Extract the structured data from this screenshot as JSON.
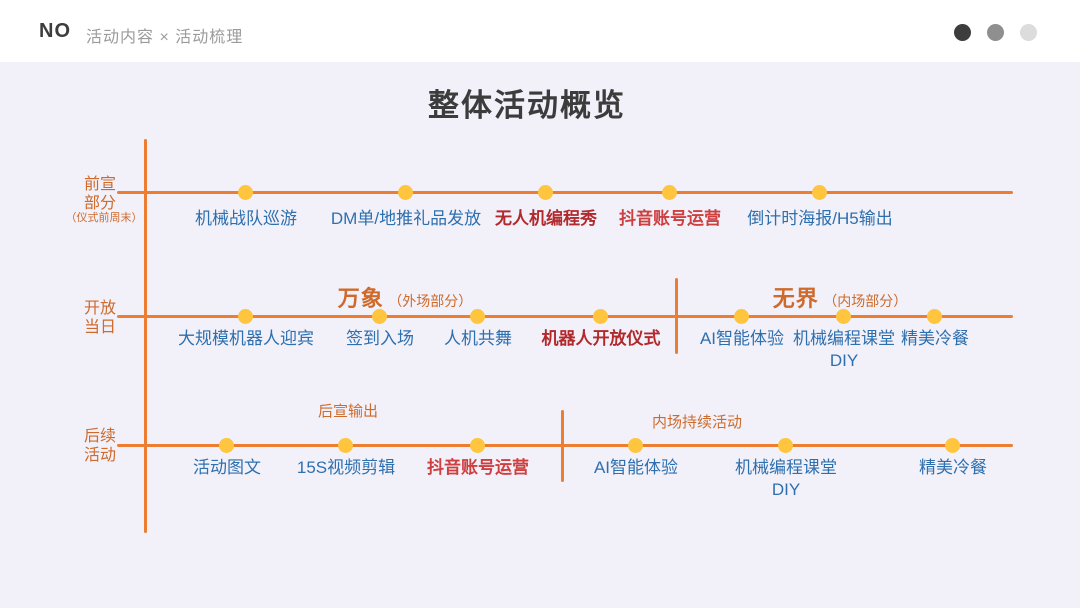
{
  "header": {
    "logo": "NO",
    "subtitle": "活动内容 × 活动梳理",
    "nav_dots": [
      {
        "name": "dot-dark",
        "color": "#3D3D3D"
      },
      {
        "name": "dot-medium",
        "color": "#8F8F8F"
      },
      {
        "name": "dot-light",
        "color": "#DCDCDC"
      }
    ]
  },
  "slide": {
    "title": "整体活动概览",
    "colors": {
      "timeline_line": "#ED7D31",
      "timeline_dot": "#FFC53E",
      "label_orange": "#CE6A2B",
      "item_blue": "#2E6FAE",
      "item_red_dark": "#B2292C",
      "item_red_bright": "#CE3F3F",
      "background": "#F2F1FA",
      "topbar": "#FFFFFF"
    },
    "rows": [
      {
        "label": "前宣\n部分",
        "note": "（仪式前周末）",
        "sections": [],
        "items": [
          {
            "label": "机械战队巡游",
            "color": "blue"
          },
          {
            "label": "DM单/地推礼品发放",
            "color": "blue"
          },
          {
            "label": "无人机编程秀",
            "color": "red"
          },
          {
            "label": "抖音账号运营",
            "color": "red-bright"
          },
          {
            "label": "倒计时海报/H5输出",
            "color": "blue"
          }
        ]
      },
      {
        "label": "开放\n当日",
        "note": "",
        "sections": [
          {
            "title": "万象",
            "suffix": "（外场部分）"
          },
          {
            "title": "无界",
            "suffix": "（内场部分）"
          }
        ],
        "items": [
          {
            "label": "大规模机器人迎宾",
            "color": "blue"
          },
          {
            "label": "签到入场",
            "color": "blue"
          },
          {
            "label": "人机共舞",
            "color": "blue"
          },
          {
            "label": "机器人开放仪式",
            "color": "red"
          },
          {
            "label": "AI智能体验",
            "color": "blue"
          },
          {
            "label": "机械编程课堂\nDIY",
            "color": "blue"
          },
          {
            "label": "精美冷餐",
            "color": "blue"
          }
        ]
      },
      {
        "label": "后续\n活动",
        "note": "",
        "sections": [
          {
            "title": "后宣输出"
          },
          {
            "title": "内场持续活动"
          }
        ],
        "items": [
          {
            "label": "活动图文",
            "color": "blue"
          },
          {
            "label": "15S视频剪辑",
            "color": "blue"
          },
          {
            "label": "抖音账号运营",
            "color": "red-bright"
          },
          {
            "label": "AI智能体验",
            "color": "blue"
          },
          {
            "label": "机械编程课堂\nDIY",
            "color": "blue"
          },
          {
            "label": "精美冷餐",
            "color": "blue"
          }
        ]
      }
    ]
  }
}
